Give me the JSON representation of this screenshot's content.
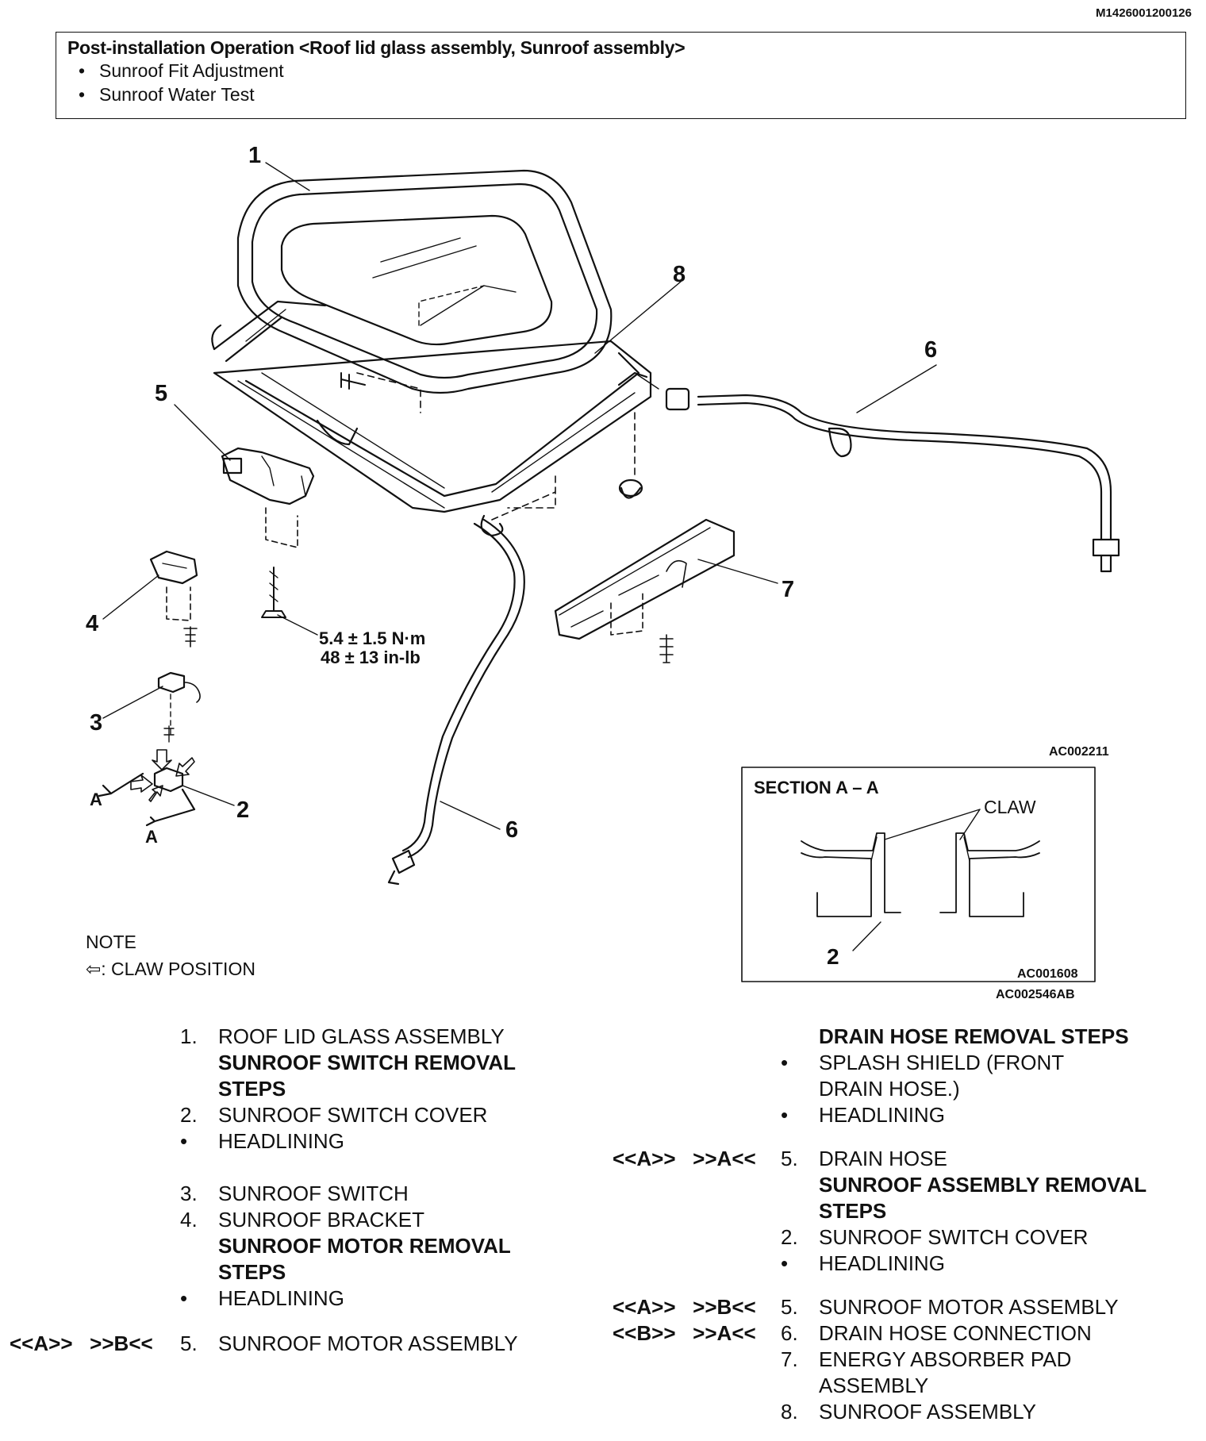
{
  "doc_id": "M1426001200126",
  "notice": {
    "title": "Post-installation Operation <Roof lid glass assembly, Sunroof assembly>",
    "items": [
      "Sunroof Fit Adjustment",
      "Sunroof Water Test"
    ]
  },
  "diagram": {
    "callouts": [
      "1",
      "2",
      "3",
      "4",
      "5",
      "6",
      "6",
      "7",
      "8"
    ],
    "torque": [
      "5.4 ± 1.5 N·m",
      "48 ± 13 in-lb"
    ],
    "section_labels": [
      "A",
      "A"
    ],
    "figure_code_main": "AC002211",
    "section": {
      "title": "SECTION A – A",
      "claw": "CLAW",
      "callout": "2",
      "code": "AC001608"
    },
    "figure_code_overall": "AC002546AB"
  },
  "note": {
    "title": "NOTE",
    "claw_legend": ": CLAW POSITION",
    "claw_arrow": "⇦"
  },
  "left_steps": [
    {
      "num": "1.",
      "text": "ROOF LID GLASS ASSEMBLY"
    },
    {
      "heading": "SUNROOF SWITCH REMOVAL STEPS"
    },
    {
      "num": "2.",
      "text": "SUNROOF SWITCH COVER"
    },
    {
      "num": "•",
      "text": "HEADLINING"
    },
    {
      "num": "3.",
      "text": "SUNROOF SWITCH"
    },
    {
      "num": "4.",
      "text": "SUNROOF BRACKET"
    },
    {
      "heading": "SUNROOF MOTOR REMOVAL STEPS"
    },
    {
      "num": "•",
      "text": "HEADLINING"
    },
    {
      "marks": "<<A>>   >>B<<",
      "num": "5.",
      "text": "SUNROOF MOTOR ASSEMBLY"
    }
  ],
  "right_steps": [
    {
      "heading": "DRAIN HOSE REMOVAL STEPS"
    },
    {
      "num": "•",
      "text": "SPLASH SHIELD (FRONT DRAIN HOSE.)"
    },
    {
      "num": "•",
      "text": "HEADLINING"
    },
    {
      "marks": "<<A>>   >>A<<",
      "num": "5.",
      "text": "DRAIN HOSE"
    },
    {
      "heading": "SUNROOF ASSEMBLY REMOVAL STEPS"
    },
    {
      "num": "2.",
      "text": "SUNROOF SWITCH COVER"
    },
    {
      "num": "•",
      "text": "HEADLINING"
    },
    {
      "marks": "<<A>>   >>B<<",
      "num": "5.",
      "text": "SUNROOF MOTOR ASSEMBLY"
    },
    {
      "marks": "<<B>>   >>A<<",
      "num": "6.",
      "text": "DRAIN HOSE CONNECTION"
    },
    {
      "num": "7.",
      "text": "ENERGY ABSORBER PAD ASSEMBLY"
    },
    {
      "num": "8.",
      "text": "SUNROOF ASSEMBLY"
    }
  ]
}
